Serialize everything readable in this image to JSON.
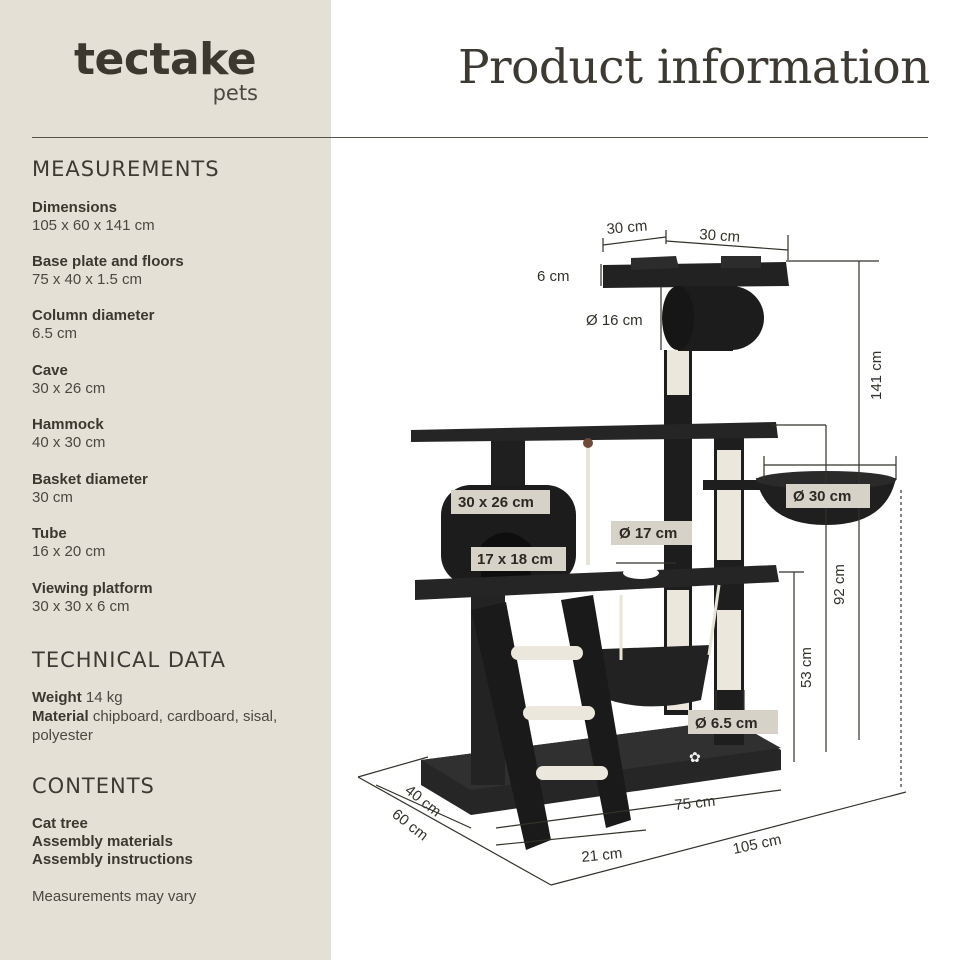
{
  "brand": {
    "name": "tectake",
    "sub": "pets"
  },
  "page_title": "Product information",
  "sections": {
    "measurements": "MEASUREMENTS",
    "technical": "TECHNICAL DATA",
    "contents": "CONTENTS"
  },
  "specs": [
    {
      "label": "Dimensions",
      "value": "105 x 60 x 141 cm"
    },
    {
      "label": "Base plate and floors",
      "value": "75 x 40 x 1.5 cm"
    },
    {
      "label": "Column diameter",
      "value": "6.5 cm"
    },
    {
      "label": "Cave",
      "value": "30 x 26 cm"
    },
    {
      "label": "Hammock",
      "value": "40 x 30 cm"
    },
    {
      "label": "Basket diameter",
      "value": "30 cm"
    },
    {
      "label": "Tube",
      "value": "16 x 20 cm"
    },
    {
      "label": "Viewing platform",
      "value": "30 x 30 x 6 cm"
    }
  ],
  "technical": {
    "weight_label": "Weight",
    "weight_value": "14 kg",
    "material_label": "Material",
    "material_value": "chipboard, cardboard, sisal, polyester"
  },
  "contents": [
    "Cat tree",
    "Assembly materials",
    "Assembly instructions"
  ],
  "note": "Measurements may vary",
  "diagram": {
    "top_depth": "30 cm",
    "top_width": "30 cm",
    "top_height": "6 cm",
    "tube_diameter": "Ø 16 cm",
    "total_height": "141 cm",
    "cave": "30 x 26 cm",
    "cave_opening": "17 x 18 cm",
    "hole_diameter": "Ø 17 cm",
    "basket_diameter": "Ø 30 cm",
    "basket_height": "92 cm",
    "middle_height": "53 cm",
    "column_diameter": "Ø 6.5 cm",
    "base_depth": "40 cm",
    "total_depth": "60 cm",
    "base_width": "75 cm",
    "ladder_offset": "21 cm",
    "total_width": "105 cm"
  },
  "colors": {
    "sidebar": "#e4e0d6",
    "text": "#3c3a33",
    "plush": "#222222",
    "sisal": "#ece8de",
    "label_box": "#d7d2c8"
  }
}
